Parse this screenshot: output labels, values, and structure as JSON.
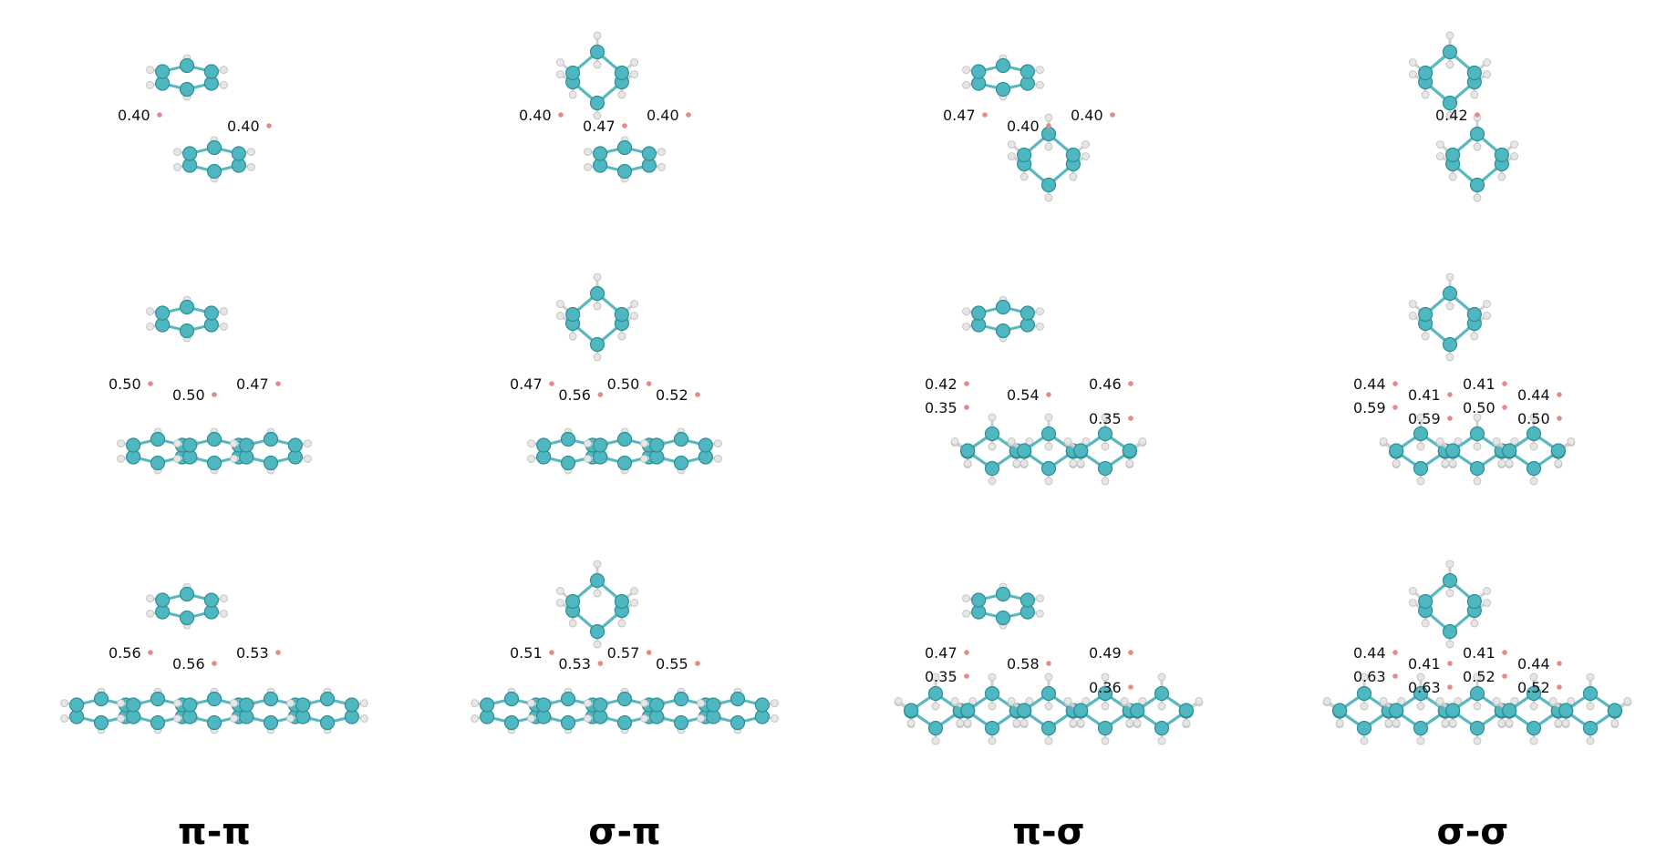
{
  "columns": [
    "π-π",
    "σ-π",
    "π-σ",
    "σ-σ"
  ],
  "colors": {
    "carbon": "#4fb7c0",
    "carbon_edge": "#2d8f98",
    "hydrogen": "#e6e6e6",
    "bond": "#5ab8c0",
    "bcp": "#e58a8a"
  },
  "panels": [
    {
      "name": "pp-1",
      "col": 0,
      "row": 0,
      "top": "benzene",
      "bottom": "benzene",
      "labels": [
        "0.40",
        "0.40"
      ]
    },
    {
      "name": "sp-1",
      "col": 1,
      "row": 0,
      "top": "cyclohexane",
      "bottom": "benzene",
      "labels": [
        "0.40",
        "0.47",
        "0.40"
      ]
    },
    {
      "name": "ps-1",
      "col": 2,
      "row": 0,
      "top": "benzene",
      "bottom": "cyclohexane",
      "labels": [
        "0.47",
        "0.40",
        "0.40"
      ]
    },
    {
      "name": "ss-1",
      "col": 3,
      "row": 0,
      "top": "cyclohexane",
      "bottom": "cyclohexane",
      "labels": [
        "0.42"
      ]
    },
    {
      "name": "pp-2",
      "col": 0,
      "row": 1,
      "top": "benzene",
      "bottom": "anthracene",
      "labels": [
        "0.50",
        "0.50",
        "0.47"
      ]
    },
    {
      "name": "sp-2",
      "col": 1,
      "row": 1,
      "top": "cyclohexane",
      "bottom": "anthracene",
      "labels": [
        "0.47",
        "0.56",
        "0.50",
        "0.52"
      ]
    },
    {
      "name": "ps-2",
      "col": 2,
      "row": 1,
      "top": "benzene",
      "bottom": "perhydroanthracene",
      "labels": [
        "0.42",
        "0.54",
        "0.46",
        "0.35",
        "0.35"
      ]
    },
    {
      "name": "ss-2",
      "col": 3,
      "row": 1,
      "top": "cyclohexane",
      "bottom": "perhydroanthracene",
      "labels": [
        "0.44",
        "0.41",
        "0.41",
        "0.44",
        "0.59",
        "0.59",
        "0.50",
        "0.50"
      ]
    },
    {
      "name": "pp-3",
      "col": 0,
      "row": 2,
      "top": "benzene",
      "bottom": "pentacene",
      "labels": [
        "0.56",
        "0.56",
        "0.53"
      ]
    },
    {
      "name": "sp-3",
      "col": 1,
      "row": 2,
      "top": "cyclohexane",
      "bottom": "pentacene",
      "labels": [
        "0.51",
        "0.53",
        "0.57",
        "0.55"
      ]
    },
    {
      "name": "ps-3",
      "col": 2,
      "row": 2,
      "top": "benzene",
      "bottom": "perhydropentacene",
      "labels": [
        "0.47",
        "0.58",
        "0.49",
        "0.35",
        "0.36"
      ]
    },
    {
      "name": "ss-3",
      "col": 3,
      "row": 2,
      "top": "cyclohexane",
      "bottom": "perhydropentacene",
      "labels": [
        "0.44",
        "0.41",
        "0.41",
        "0.44",
        "0.63",
        "0.63",
        "0.52",
        "0.52"
      ]
    }
  ]
}
